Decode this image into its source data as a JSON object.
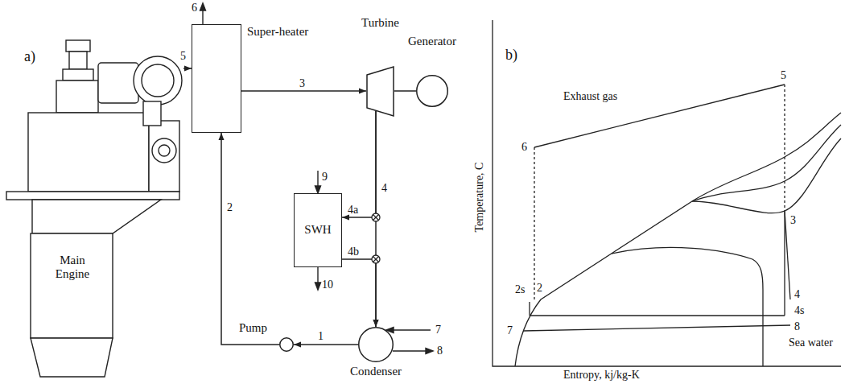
{
  "diagram": {
    "nodes": [
      {
        "text": [
          "Main Engine"
        ]
      },
      {
        "text": [
          "Super-heater"
        ]
      },
      {
        "text": [
          "Turbine"
        ]
      },
      {
        "text": [
          "Generator"
        ]
      },
      {
        "text": [
          "SWH"
        ]
      },
      {
        "text": [
          "Condenser"
        ]
      },
      {
        "text": [
          "Pump"
        ]
      }
    ],
    "edges": [
      {
        "from": 0,
        "to": 1,
        "arrow": "to",
        "label": "5"
      },
      {
        "from": 1,
        "to": 2,
        "arrow": "to",
        "label": "3"
      },
      {
        "from": 2,
        "to": 3,
        "arrow": "none"
      },
      {
        "from": 2,
        "to": 5,
        "arrow": "to",
        "label": "4"
      },
      {
        "from": 2,
        "to": 4,
        "arrow": "to",
        "label": "4a"
      },
      {
        "from": 4,
        "to": 5,
        "arrow": "to",
        "label": "4b"
      },
      {
        "from": 5,
        "to": 6,
        "arrow": "to",
        "label": "1"
      },
      {
        "from": 6,
        "to": 1,
        "arrow": "to",
        "label": "2"
      }
    ],
    "labels": [
      "a)",
      "6",
      "9",
      "10",
      "7",
      "8",
      "b)",
      "Exhaust gas",
      "5",
      "6",
      "3",
      "4",
      "4s",
      "2s",
      "2",
      "7",
      "8",
      "Sea water",
      "Temperature, C",
      "Entropy, kj/kg-K"
    ]
  }
}
